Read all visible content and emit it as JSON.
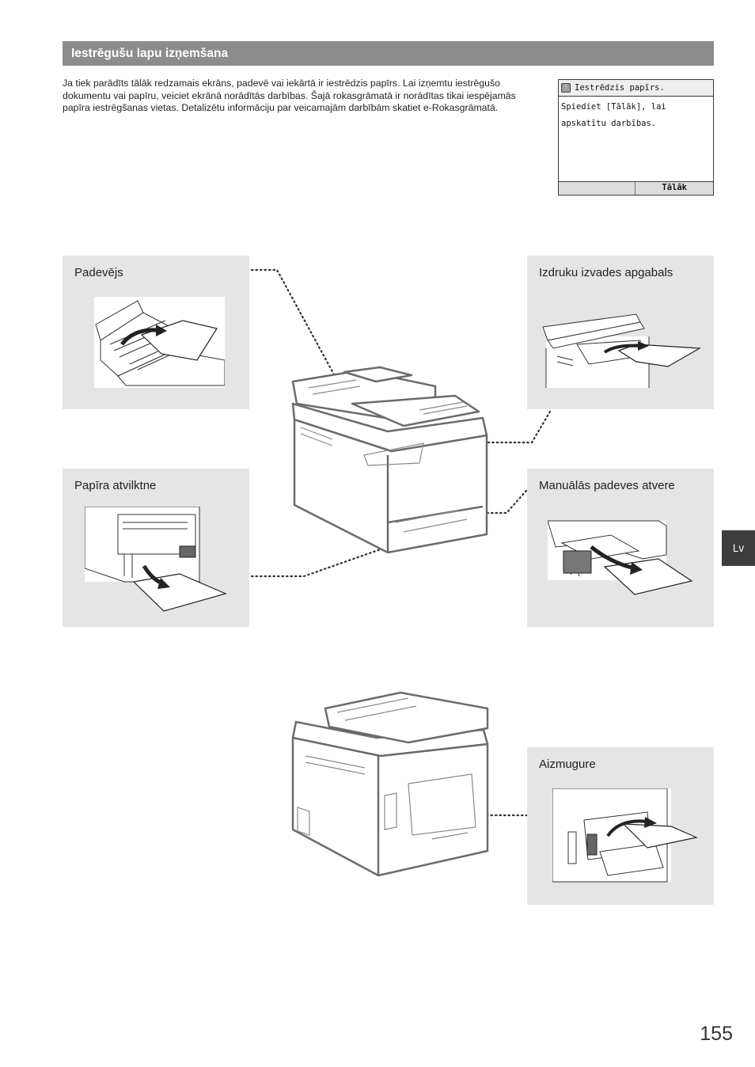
{
  "section": {
    "title": "Iestrēgušu lapu izņemšana"
  },
  "intro": {
    "text": "Ja tiek parādīts tālāk redzamais ekrāns, padevē vai iekārtā ir iestrēdzis papīrs. Lai izņemtu iestrēgušo dokumentu vai papīru, veiciet ekrānā norādītās darbības. Šajā rokasgrāmatā ir norādītas tikai iespējamās papīra iestrēgšanas vietas. Detalizētu informāciju par veicamajām darbībām skatiet e-Rokasgrāmatā."
  },
  "screen": {
    "title": "Iestrēdzis papīrs.",
    "line1": "Spiediet [Tālāk], lai",
    "line2": "apskatītu darbības.",
    "button": "Tālāk",
    "icon": "warning-icon"
  },
  "panels": {
    "feeder": "Padevējs",
    "output": "Izdruku izvades apgabals",
    "drawer": "Papīra atvilktne",
    "manual": "Manuālās padeves atvere",
    "rear": "Aizmugure"
  },
  "side_tab": "Lv",
  "page_number": "155",
  "colors": {
    "bar": "#8c8c8c",
    "panel": "#e5e5e5",
    "tab": "#3d3d3d"
  }
}
